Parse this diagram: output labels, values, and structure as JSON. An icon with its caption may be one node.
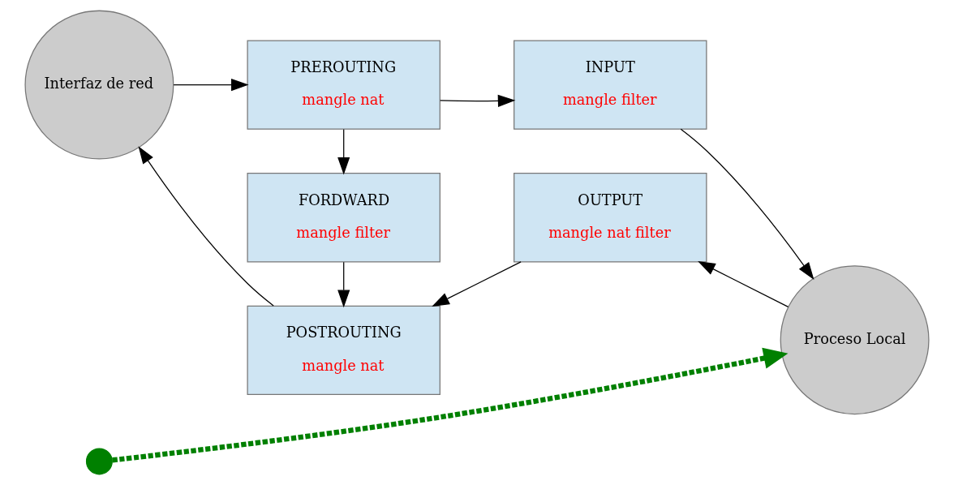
{
  "diagram": {
    "nodes": [
      {
        "text": [
          "Interfaz de red"
        ]
      },
      {
        "text": [
          "PREROUTING",
          "mangle nat"
        ]
      },
      {
        "text": [
          "INPUT",
          "mangle filter"
        ]
      },
      {
        "text": [
          "Proceso Local"
        ]
      },
      {
        "text": [
          "FORDWARD",
          "mangle filter"
        ]
      },
      {
        "text": [
          "POSTROUTING",
          "mangle nat"
        ]
      },
      {
        "text": [
          "OUTPUT",
          "mangle nat filter"
        ]
      },
      {
        "text": [],
        "shape": "circle"
      }
    ],
    "edges": [
      {
        "from": 0,
        "to": 1,
        "arrow": "to"
      },
      {
        "from": 1,
        "to": 2,
        "arrow": "to"
      },
      {
        "from": 2,
        "to": 3,
        "arrow": "to"
      },
      {
        "from": 1,
        "to": 4,
        "arrow": "to"
      },
      {
        "from": 4,
        "to": 5,
        "arrow": "to"
      },
      {
        "from": 3,
        "to": 6,
        "arrow": "to"
      },
      {
        "from": 6,
        "to": 5,
        "arrow": "to"
      },
      {
        "from": 5,
        "to": 0,
        "arrow": "to"
      },
      {
        "from": 7,
        "to": 3,
        "arrow": "to",
        "style": "dashed",
        "color": "#008000"
      }
    ]
  }
}
